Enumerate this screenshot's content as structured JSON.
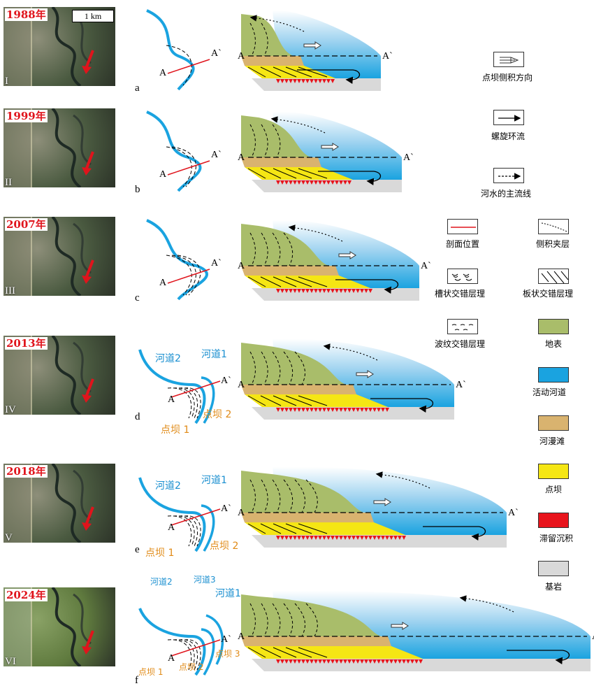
{
  "panels": [
    {
      "year": "1988年",
      "roman": "I",
      "letter": "a"
    },
    {
      "year": "1999年",
      "roman": "II",
      "letter": "b"
    },
    {
      "year": "2007年",
      "roman": "III",
      "letter": "c"
    },
    {
      "year": "2013年",
      "roman": "IV",
      "letter": "d"
    },
    {
      "year": "2018年",
      "roman": "V",
      "letter": "e"
    },
    {
      "year": "2024年",
      "roman": "VI",
      "letter": "f"
    }
  ],
  "scale_bar": "1 km",
  "section_labels": {
    "a": "A",
    "a_prime": "A`"
  },
  "channel_labels": {
    "ch1": "河道1",
    "ch2": "河道2",
    "ch3": "河道3"
  },
  "bar_labels": {
    "bar1": "点坝 1",
    "bar2": "点坝 2",
    "bar3": "点坝 3"
  },
  "legend": {
    "lateral_accretion_dir": "点坝侧积方向",
    "helical_flow": "螺旋环流",
    "thalweg": "河水的主流线",
    "section_line": "剖面位置",
    "lateral_interlayer": "侧积夹层",
    "trough_cross": "槽状交错层理",
    "planar_cross": "板状交错层理",
    "ripple_cross": "波纹交错层理",
    "surface": "地表",
    "active_channel": "活动河道",
    "floodplain": "河漫滩",
    "point_bar": "点坝",
    "lag_deposit": "滞留沉积",
    "bedrock": "基岩"
  },
  "colors": {
    "surface": "#a9bd6a",
    "active_channel": "#1aa3e0",
    "floodplain": "#d9b36f",
    "point_bar": "#f5e614",
    "lag_deposit": "#e8141c",
    "bedrock": "#d9d9d9",
    "year_text": "#e0141c",
    "river_line": "#1aa3e0",
    "section_line": "#e0141c"
  }
}
